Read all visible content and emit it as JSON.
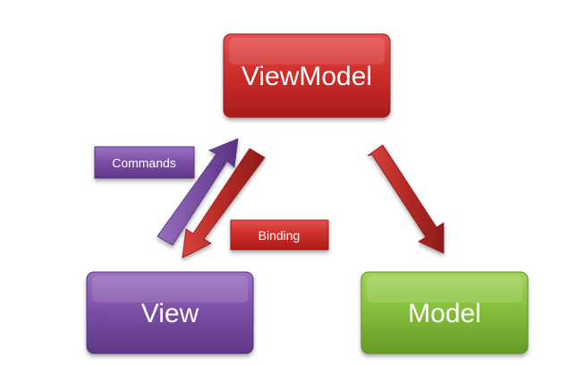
{
  "nodes": {
    "viewmodel": {
      "label": "ViewModel",
      "color": "#c8282a"
    },
    "view": {
      "label": "View",
      "color": "#7b4fa6"
    },
    "model": {
      "label": "Model",
      "color": "#7fb93a"
    }
  },
  "tags": {
    "commands": {
      "label": "Commands",
      "color": "#7b4fa6"
    },
    "binding": {
      "label": "Binding",
      "color": "#c8282a"
    }
  },
  "colors": {
    "red_arrow": "#b02a25",
    "purple_arrow": "#7a4fa3"
  }
}
